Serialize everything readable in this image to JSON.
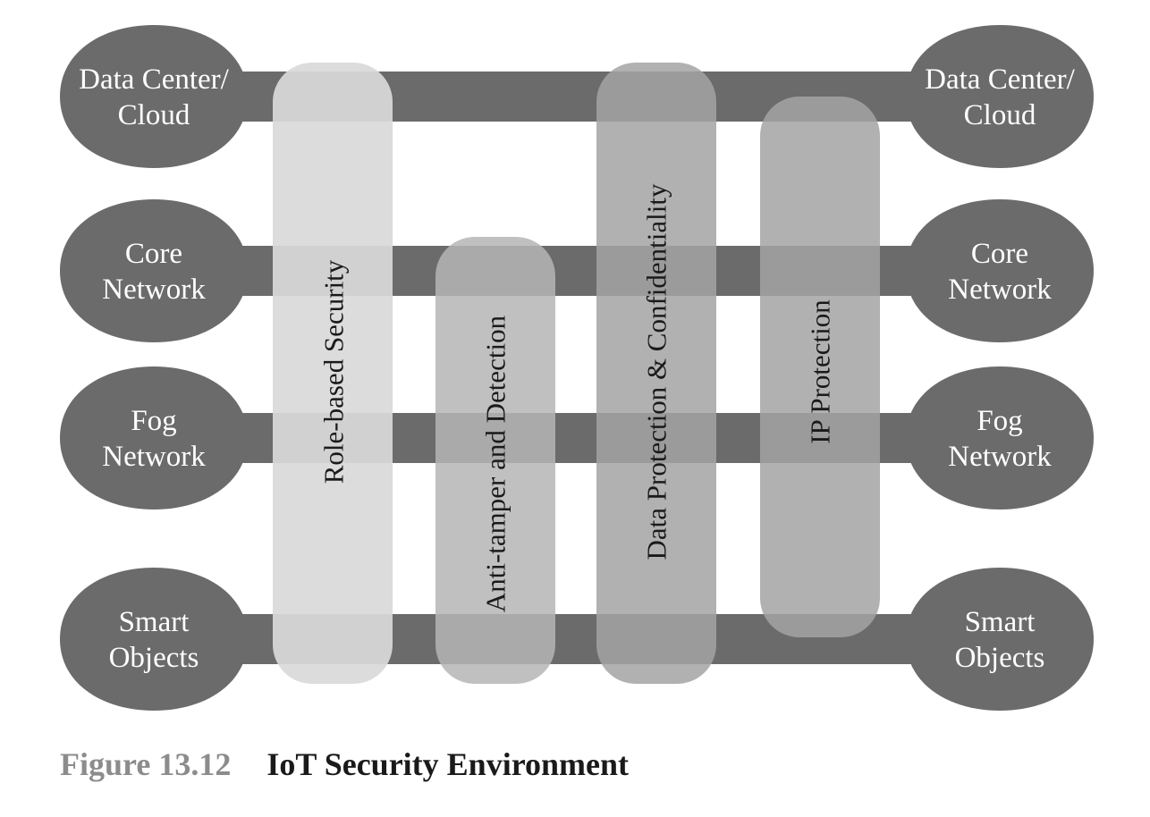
{
  "layers": [
    {
      "left_label": [
        "Data Center/",
        "Cloud"
      ],
      "right_label": [
        "Data Center/",
        "Cloud"
      ]
    },
    {
      "left_label": [
        "Core",
        "Network"
      ],
      "right_label": [
        "Core",
        "Network"
      ]
    },
    {
      "left_label": [
        "Fog",
        "Network"
      ],
      "right_label": [
        "Fog",
        "Network"
      ]
    },
    {
      "left_label": [
        "Smart",
        "Objects"
      ],
      "right_label": [
        "Smart",
        "Objects"
      ]
    }
  ],
  "pillars": [
    {
      "label": "Role-based Security"
    },
    {
      "label": "Anti-tamper and Detection"
    },
    {
      "label": "Data Protection & Confidentiality"
    },
    {
      "label": "IP Protection"
    }
  ],
  "caption": {
    "number": "Figure 13.12",
    "title": "IoT Security Environment"
  },
  "colors": {
    "node": "#6b6b6b",
    "band": "#6b6b6b",
    "pillar_light": "#d9d9d9",
    "pillar_medium": "#b5b5b5",
    "pillar_dark": "#a3a3a3",
    "caption_number": "#8c8c8c",
    "caption_title": "#1a1a1a"
  }
}
